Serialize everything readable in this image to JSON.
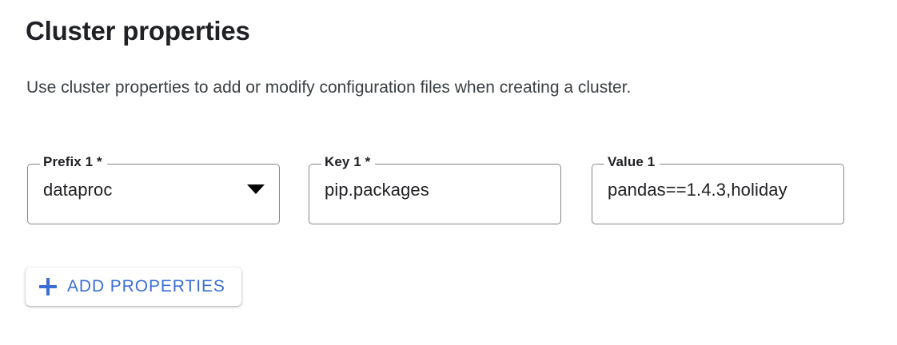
{
  "header": {
    "title": "Cluster properties",
    "description": "Use cluster properties to add or modify configuration files when creating a cluster."
  },
  "colors": {
    "accent_blue": "#3b6ed4",
    "text_primary": "#202124",
    "text_secondary": "#3c4043",
    "field_border": "#80868b",
    "background": "#ffffff"
  },
  "fields": [
    {
      "name": "prefix",
      "label": "Prefix 1 *",
      "value": "dataproc",
      "control": "select",
      "required": true,
      "icon": "chevron-down-icon"
    },
    {
      "name": "key",
      "label": "Key 1 *",
      "value": "pip.packages",
      "control": "text",
      "required": true,
      "icon": ""
    },
    {
      "name": "value",
      "label": "Value 1",
      "value": "pandas==1.4.3,holiday",
      "control": "text",
      "required": false,
      "icon": ""
    }
  ],
  "actions": {
    "add_properties": {
      "label": "ADD PROPERTIES",
      "icon": "plus-icon"
    }
  }
}
